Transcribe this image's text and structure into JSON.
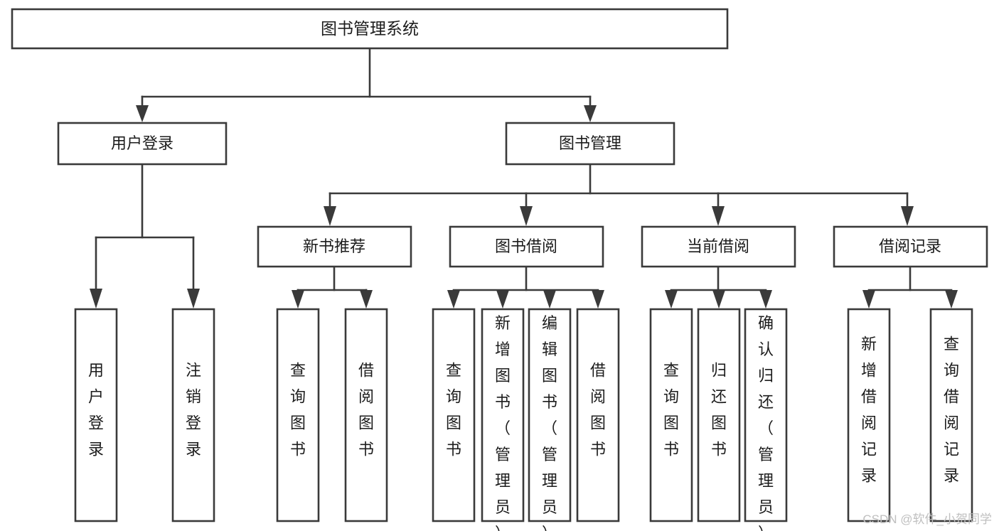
{
  "diagram": {
    "title": "图书管理系统",
    "type": "hierarchy-tree",
    "watermark": "CSDN @软件_小贺同学",
    "colors": {
      "box_stroke": "#3a3a3a",
      "box_fill": "#ffffff",
      "text": "#1c1c1c",
      "link": "#3a3a3a",
      "watermark": "#bfbfbf",
      "background": "#ffffff"
    },
    "root": {
      "label": "图书管理系统"
    },
    "level2": [
      {
        "label": "用户登录"
      },
      {
        "label": "图书管理"
      }
    ],
    "level3": [
      {
        "label": "新书推荐"
      },
      {
        "label": "图书借阅"
      },
      {
        "label": "当前借阅"
      },
      {
        "label": "借阅记录"
      }
    ],
    "leaves": {
      "user_login": [
        {
          "label": "用户登录"
        },
        {
          "label": "注销登录"
        }
      ],
      "new_book_recommend": [
        {
          "label": "查询图书"
        },
        {
          "label": "借阅图书"
        }
      ],
      "book_borrow": [
        {
          "label": "查询图书"
        },
        {
          "label": "新增图书（管理员）"
        },
        {
          "label": "编辑图书（管理员）"
        },
        {
          "label": "借阅图书"
        }
      ],
      "current_borrow": [
        {
          "label": "查询图书"
        },
        {
          "label": "归还图书"
        },
        {
          "label": "确认归还（管理员）"
        }
      ],
      "borrow_record": [
        {
          "label": "新增借阅记录"
        },
        {
          "label": "查询借阅记录"
        }
      ]
    }
  }
}
